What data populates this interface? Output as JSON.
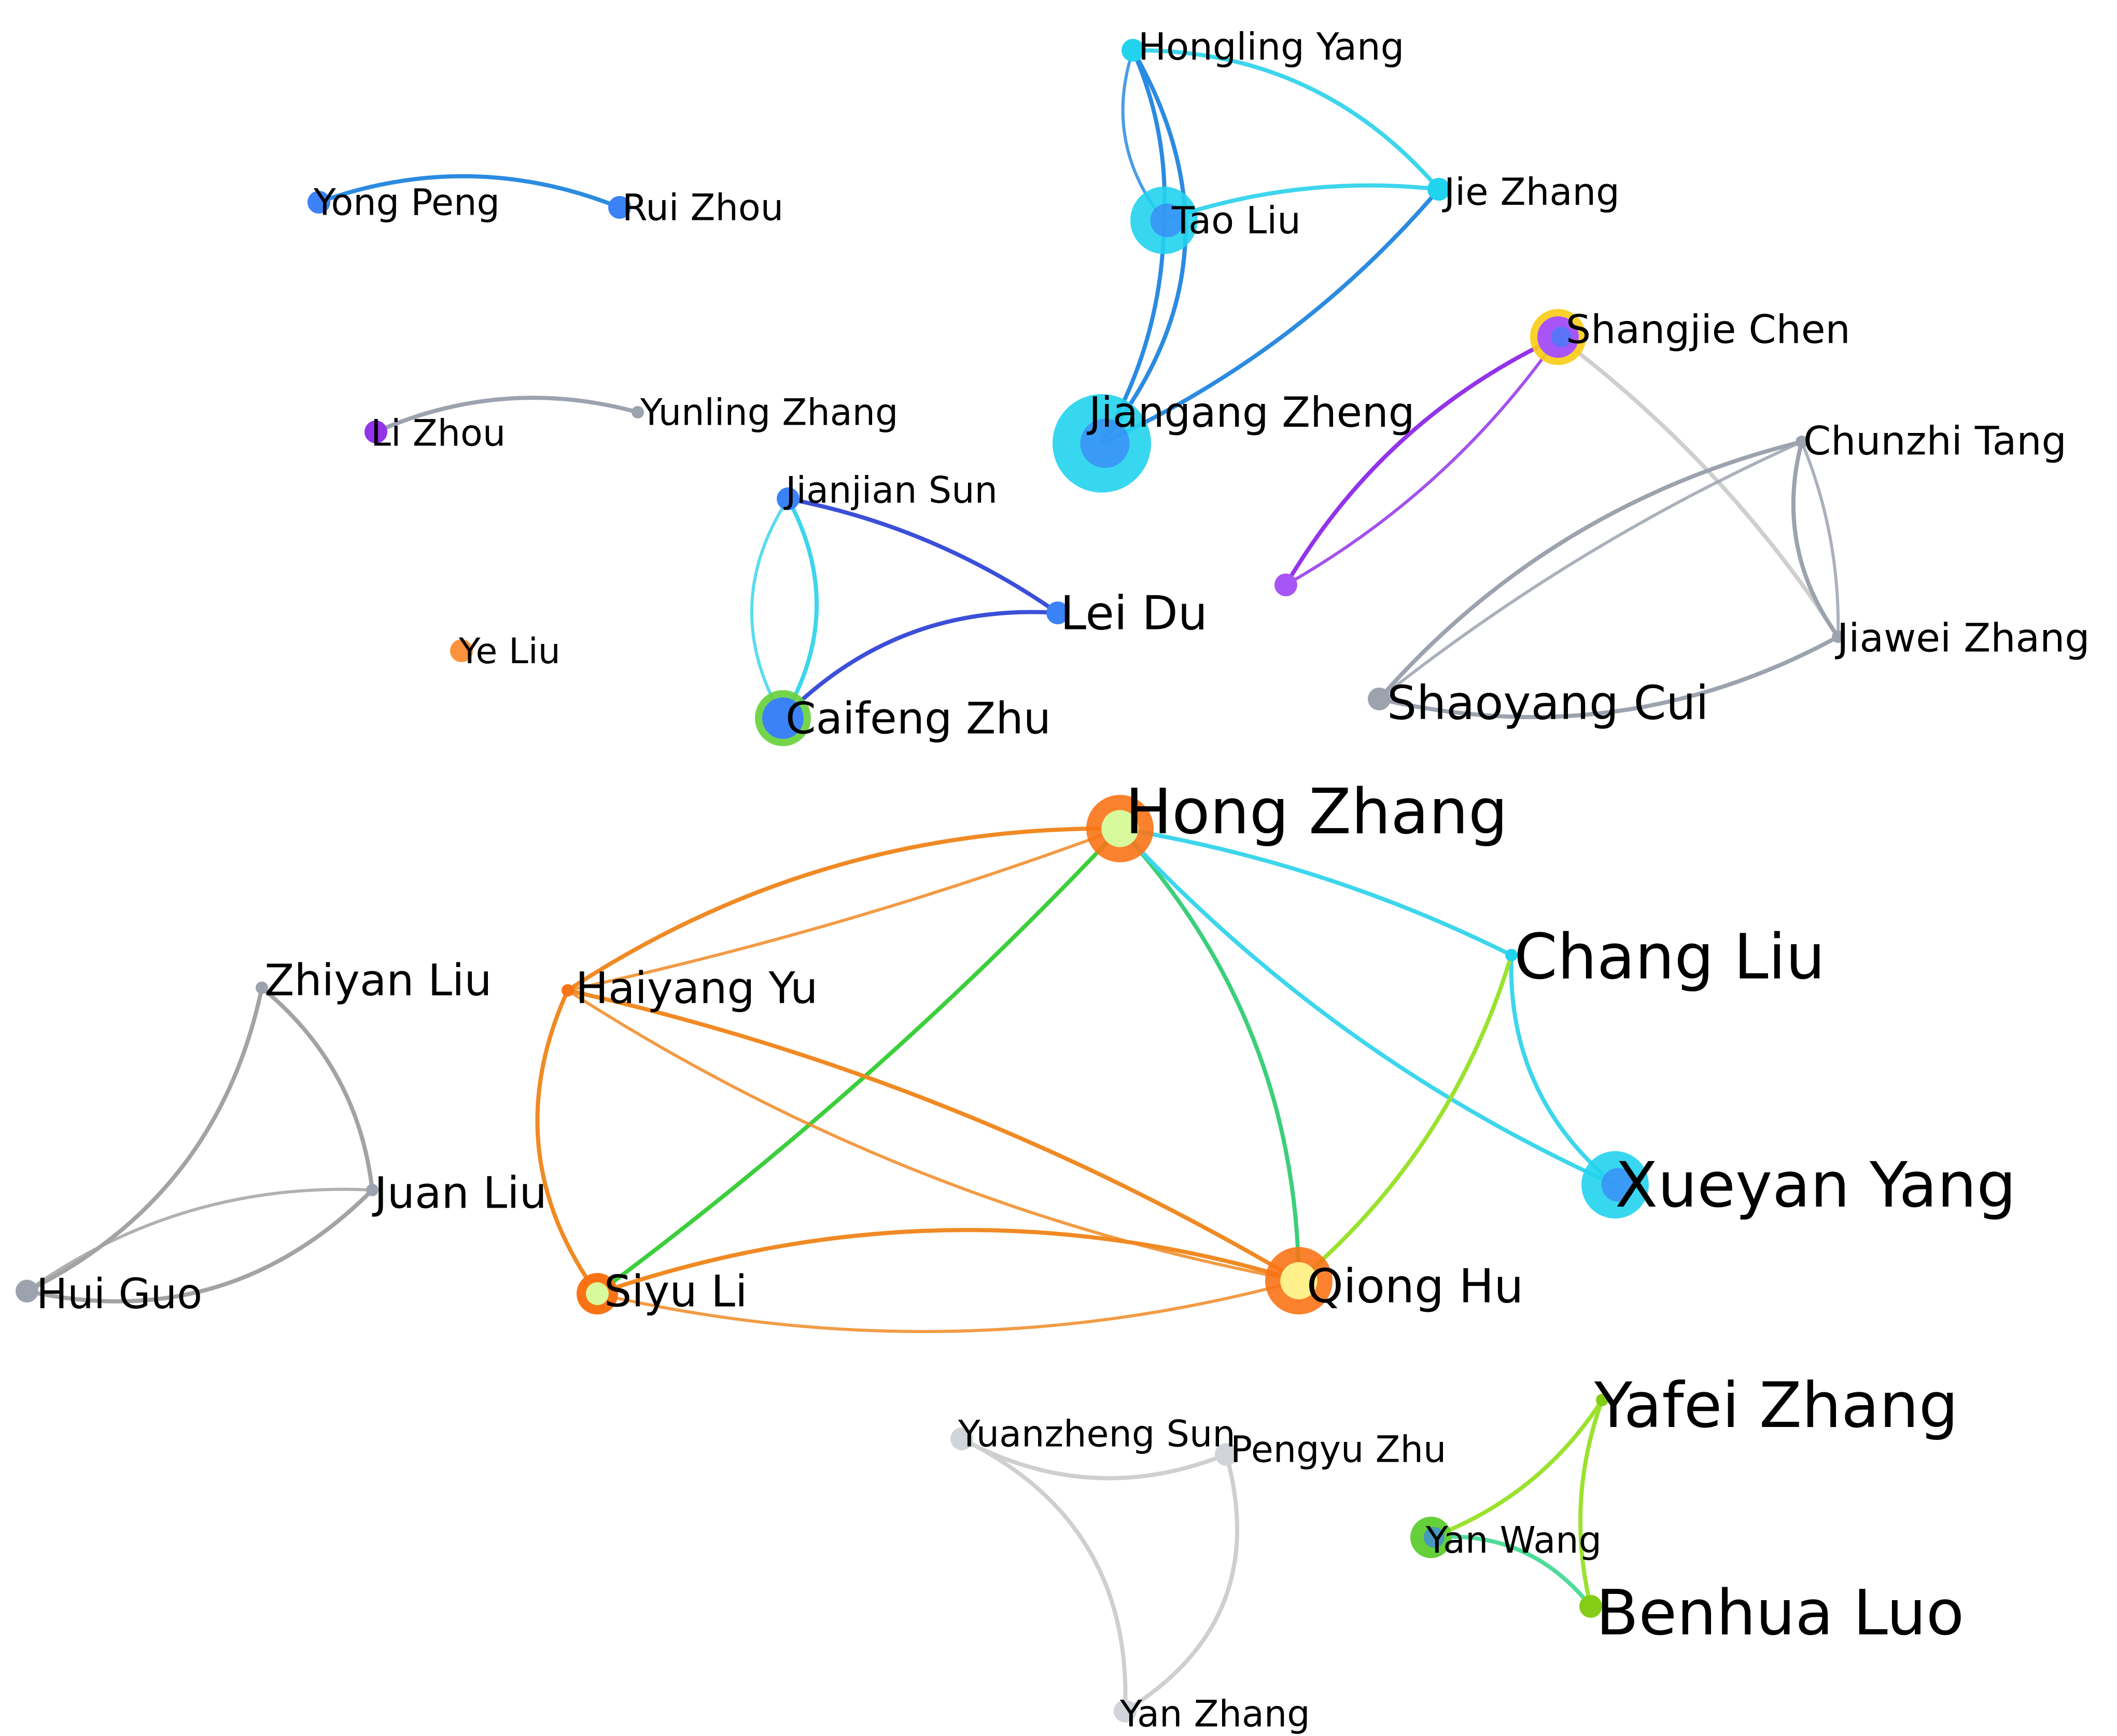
{
  "nodes": [
    {
      "id": "hongling-yang",
      "label": "Hongling Yang",
      "color": "#22d3ee",
      "size": 1
    },
    {
      "id": "tao-liu",
      "label": "Tao Liu",
      "color": "#22d3ee",
      "size": 3
    },
    {
      "id": "jie-zhang",
      "label": "Jie Zhang",
      "color": "#22d3ee",
      "size": 1
    },
    {
      "id": "jiangang-zheng",
      "label": "Jiangang Zheng",
      "color": "#22d3ee",
      "size": 4
    },
    {
      "id": "yong-peng",
      "label": "Yong Peng",
      "color": "#3b82f6",
      "size": 1
    },
    {
      "id": "rui-zhou",
      "label": "Rui Zhou",
      "color": "#3b82f6",
      "size": 1
    },
    {
      "id": "li-zhou",
      "label": "Li Zhou",
      "color": "#9333ea",
      "size": 1
    },
    {
      "id": "yunling-zhang",
      "label": "Yunling Zhang",
      "color": "#9ca3af",
      "size": 0
    },
    {
      "id": "shangjie-chen",
      "label": "Shangjie Chen",
      "color": "#a855f7",
      "size": 2,
      "ring": "#facc15"
    },
    {
      "id": "unlabeled-purple",
      "label": "",
      "color": "#a855f7",
      "size": 1
    },
    {
      "id": "chunzhi-tang",
      "label": "Chunzhi Tang",
      "color": "#9ca3af",
      "size": 0
    },
    {
      "id": "jiawei-zhang",
      "label": "Jiawei Zhang",
      "color": "#9ca3af",
      "size": 0
    },
    {
      "id": "shaoyang-cui",
      "label": "Shaoyang Cui",
      "color": "#9ca3af",
      "size": 1
    },
    {
      "id": "jianjian-sun",
      "label": "Jianjian Sun",
      "color": "#3b82f6",
      "size": 1
    },
    {
      "id": "lei-du",
      "label": "Lei Du",
      "color": "#3b82f6",
      "size": 1
    },
    {
      "id": "caifeng-zhu",
      "label": "Caifeng Zhu",
      "color": "#3b82f6",
      "size": 2,
      "ring": "#65d03a"
    },
    {
      "id": "ye-liu",
      "label": "Ye Liu",
      "color": "#fb923c",
      "size": 1
    },
    {
      "id": "hong-zhang",
      "label": "Hong Zhang",
      "color": "#f97316",
      "size": 3,
      "core": "#d9f99d"
    },
    {
      "id": "chang-liu",
      "label": "Chang Liu",
      "color": "#22d3ee",
      "size": 0
    },
    {
      "id": "xueyan-yang",
      "label": "Xueyan Yang",
      "color": "#22d3ee",
      "size": 3
    },
    {
      "id": "haiyang-yu",
      "label": "Haiyang Yu",
      "color": "#f97316",
      "size": 0
    },
    {
      "id": "siyu-li",
      "label": "Siyu Li",
      "color": "#f97316",
      "size": 2,
      "core": "#d9f99d"
    },
    {
      "id": "qiong-hu",
      "label": "Qiong Hu",
      "color": "#f97316",
      "size": 3,
      "core": "#fef08a"
    },
    {
      "id": "zhiyan-liu",
      "label": "Zhiyan Liu",
      "color": "#9ca3af",
      "size": 0
    },
    {
      "id": "juan-liu",
      "label": "Juan Liu",
      "color": "#9ca3af",
      "size": 0
    },
    {
      "id": "hui-guo",
      "label": "Hui Guo",
      "color": "#9ca3af",
      "size": 1
    },
    {
      "id": "yuanzheng-sun",
      "label": "Yuanzheng Sun",
      "color": "#d1d5db",
      "size": 1
    },
    {
      "id": "pengyu-zhu",
      "label": "Pengyu Zhu",
      "color": "#d1d5db",
      "size": 1
    },
    {
      "id": "yan-zhang",
      "label": "Yan Zhang",
      "color": "#d1d5db",
      "size": 1
    },
    {
      "id": "yafei-zhang",
      "label": "Yafei Zhang",
      "color": "#84cc16",
      "size": 0
    },
    {
      "id": "yan-wang",
      "label": "Yan Wang",
      "color": "#65d03a",
      "size": 2
    },
    {
      "id": "benhua-luo",
      "label": "Benhua Luo",
      "color": "#84cc16",
      "size": 1
    }
  ],
  "edges": [
    {
      "source": "hongling-yang",
      "target": "tao-liu",
      "color": "#2b8be0"
    },
    {
      "source": "hongling-yang",
      "target": "jie-zhang",
      "color": "#3dd6ec"
    },
    {
      "source": "hongling-yang",
      "target": "jiangang-zheng",
      "color": "#2b8be0"
    },
    {
      "source": "tao-liu",
      "target": "jie-zhang",
      "color": "#3dd6ec"
    },
    {
      "source": "tao-liu",
      "target": "jiangang-zheng",
      "color": "#2b8be0"
    },
    {
      "source": "jie-zhang",
      "target": "jiangang-zheng",
      "color": "#2b8be0"
    },
    {
      "source": "yong-peng",
      "target": "rui-zhou",
      "color": "#2b8be0"
    },
    {
      "source": "li-zhou",
      "target": "yunling-zhang",
      "color": "#9ca3af"
    },
    {
      "source": "shangjie-chen",
      "target": "unlabeled-purple",
      "color": "#9333ea"
    },
    {
      "source": "shangjie-chen",
      "target": "jiawei-zhang",
      "color": "#cfcfcf"
    },
    {
      "source": "chunzhi-tang",
      "target": "jiawei-zhang",
      "color": "#9ca3af"
    },
    {
      "source": "chunzhi-tang",
      "target": "shaoyang-cui",
      "color": "#9ca3af"
    },
    {
      "source": "jiawei-zhang",
      "target": "shaoyang-cui",
      "color": "#9ca3af"
    },
    {
      "source": "jianjian-sun",
      "target": "lei-du",
      "color": "#3b4fd8"
    },
    {
      "source": "jianjian-sun",
      "target": "caifeng-zhu",
      "color": "#3dd6ec"
    },
    {
      "source": "lei-du",
      "target": "caifeng-zhu",
      "color": "#3b4fd8"
    },
    {
      "source": "hong-zhang",
      "target": "haiyang-yu",
      "color": "#f08a24"
    },
    {
      "source": "hong-zhang",
      "target": "siyu-li",
      "color": "#3ccf3c"
    },
    {
      "source": "hong-zhang",
      "target": "qiong-hu",
      "color": "#3ccf7a"
    },
    {
      "source": "hong-zhang",
      "target": "chang-liu",
      "color": "#3dd6ec"
    },
    {
      "source": "hong-zhang",
      "target": "xueyan-yang",
      "color": "#3dd6ec"
    },
    {
      "source": "chang-liu",
      "target": "xueyan-yang",
      "color": "#3dd6ec"
    },
    {
      "source": "chang-liu",
      "target": "qiong-hu",
      "color": "#9be22f"
    },
    {
      "source": "haiyang-yu",
      "target": "siyu-li",
      "color": "#f08a24"
    },
    {
      "source": "haiyang-yu",
      "target": "qiong-hu",
      "color": "#f08a24"
    },
    {
      "source": "siyu-li",
      "target": "qiong-hu",
      "color": "#f08a24"
    },
    {
      "source": "zhiyan-liu",
      "target": "juan-liu",
      "color": "#a3a3a3"
    },
    {
      "source": "zhiyan-liu",
      "target": "hui-guo",
      "color": "#a3a3a3"
    },
    {
      "source": "juan-liu",
      "target": "hui-guo",
      "color": "#a3a3a3"
    },
    {
      "source": "yuanzheng-sun",
      "target": "pengyu-zhu",
      "color": "#cfcfcf"
    },
    {
      "source": "yuanzheng-sun",
      "target": "yan-zhang",
      "color": "#cfcfcf"
    },
    {
      "source": "pengyu-zhu",
      "target": "yan-zhang",
      "color": "#cfcfcf"
    },
    {
      "source": "yafei-zhang",
      "target": "yan-wang",
      "color": "#9be22f"
    },
    {
      "source": "yafei-zhang",
      "target": "benhua-luo",
      "color": "#9be22f"
    },
    {
      "source": "yan-wang",
      "target": "benhua-luo",
      "color": "#4fdc9a"
    }
  ]
}
